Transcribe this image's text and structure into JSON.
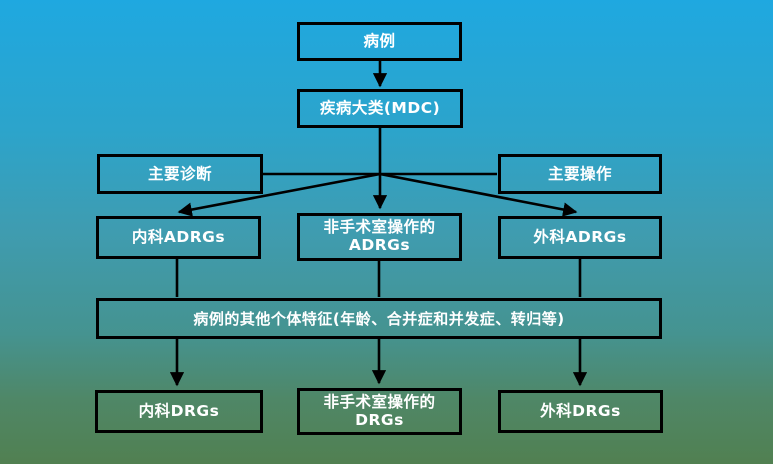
{
  "background": {
    "gradient_top": "#1fa8e0",
    "gradient_middle": "#3f9cb0",
    "gradient_bottom": "#518051"
  },
  "diagram": {
    "type": "flowchart",
    "colors": {
      "node_border": "#000000",
      "node_text": "#ffffff",
      "connector_line": "#000000"
    },
    "nodes": {
      "case": {
        "label": "病例"
      },
      "mdc": {
        "label": "疾病大类(MDC)"
      },
      "main_diagnosis": {
        "label": "主要诊断"
      },
      "main_operation": {
        "label": "主要操作"
      },
      "internal_adrgs": {
        "label": "内科ADRGs"
      },
      "non_or_adrgs": {
        "line1": "非手术室操作的",
        "line2": "ADRGs"
      },
      "surgical_adrgs": {
        "label": "外科ADRGs"
      },
      "other_features": {
        "label": "病例的其他个体特征(年龄、合并症和并发症、转归等)"
      },
      "internal_drgs": {
        "label": "内科DRGs"
      },
      "non_or_drgs": {
        "line1": "非手术室操作的",
        "line2": "DRGs"
      },
      "surgical_drgs": {
        "label": "外科DRGs"
      }
    },
    "edges": [
      "病例 -> 疾病大类(MDC)",
      "疾病大类(MDC) -> 内科ADRGs",
      "疾病大类(MDC) -> 非手术室操作的ADRGs",
      "疾病大类(MDC) -> 外科ADRGs",
      "主要诊断 - 分组节点连线",
      "主要操作 - 分组节点连线",
      "内科ADRGs -> 病例的其他个体特征 -> 内科DRGs",
      "非手术室操作的ADRGs -> 病例的其他个体特征 -> 非手术室操作的DRGs",
      "外科ADRGs -> 病例的其他个体特征 -> 外科DRGs"
    ]
  }
}
